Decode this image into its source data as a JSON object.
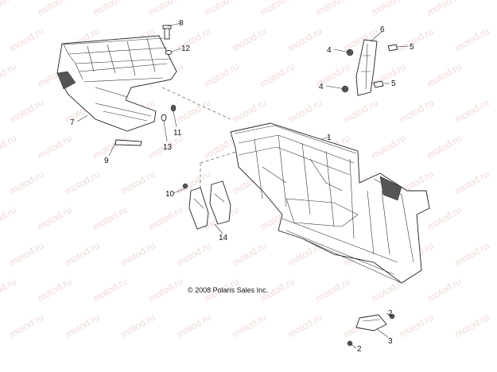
{
  "copyright": "© 2008 Polaris Sales Inc.",
  "watermark_text": "motod.ru",
  "callouts": [
    "1",
    "2",
    "2",
    "3",
    "4",
    "4",
    "5",
    "5",
    "6",
    "7",
    "8",
    "9",
    "10",
    "11",
    "12",
    "13",
    "14"
  ],
  "parts": {
    "main_frame": "main-frame",
    "rear_subframe": "rear-subframe",
    "bracket_6": "bracket",
    "bracket_14": "bracket-pair",
    "skid_plate_3": "small-bracket"
  },
  "colors": {
    "lines": "#222222",
    "watermark": "#e9b8b8"
  }
}
